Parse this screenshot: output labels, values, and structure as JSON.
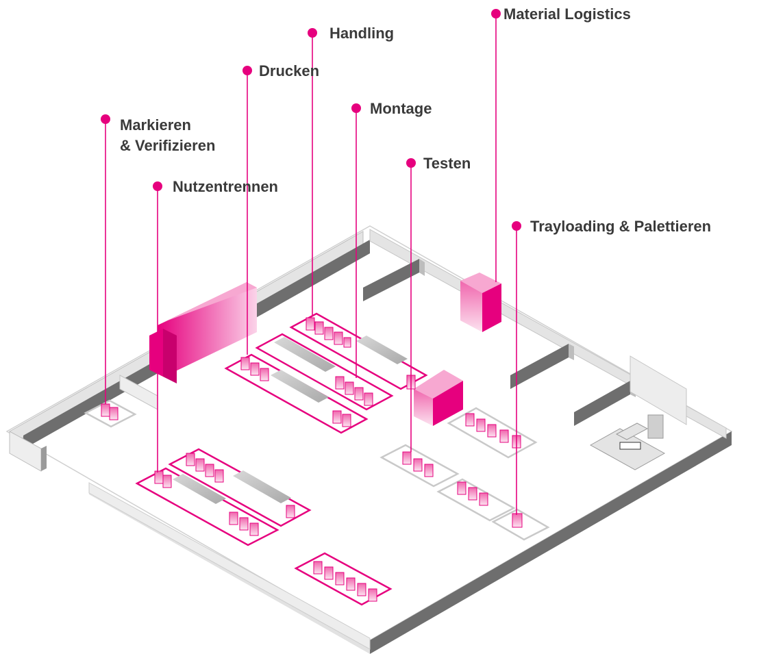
{
  "labels": {
    "material_logistics": "Material Logistics",
    "handling": "Handling",
    "drucken": "Drucken",
    "montage": "Montage",
    "markieren_line1": "Markieren",
    "markieren_line2": "& Verifizieren",
    "testen": "Testen",
    "nutzentrennen": "Nutzentrennen",
    "trayloading": "Trayloading & Palettieren"
  },
  "colors": {
    "accent": "#e6007e",
    "wall_dark": "#6e6e6e",
    "wall_light": "#e6e6e6",
    "floor": "#ffffff",
    "conveyor": "#c9c9c9"
  }
}
